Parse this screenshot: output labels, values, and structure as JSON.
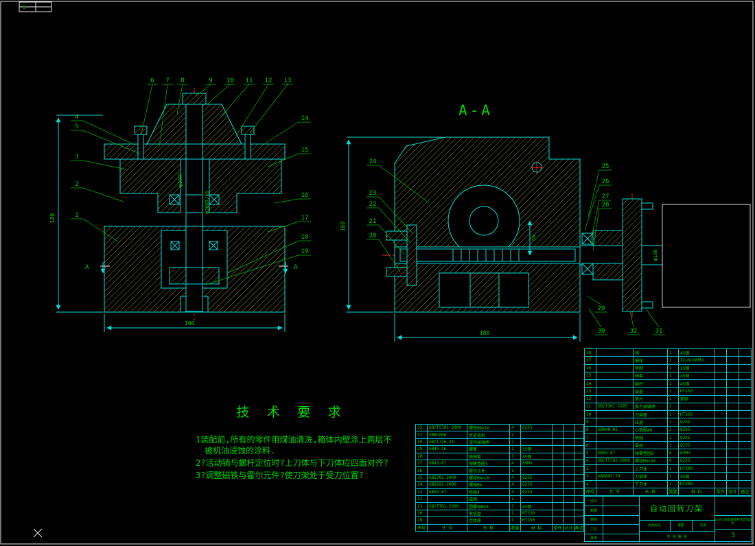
{
  "corner": {
    "label": "5"
  },
  "colors": {
    "background": "#000000",
    "line_cyan": "#00dcdc",
    "line_green": "#00d800",
    "line_red": "#ff2525",
    "line_white": "#e8e8e8",
    "hatch_olive": "#80802c"
  },
  "left_view": {
    "callouts_top": [
      "6",
      "7",
      "8",
      "9",
      "10",
      "11",
      "12",
      "13"
    ],
    "callouts_left": [
      "4",
      "5",
      "3",
      "2",
      "1"
    ],
    "callouts_right": [
      "14",
      "15",
      "16",
      "17",
      "18",
      "19"
    ],
    "dim_height": "180",
    "dim_width": "190",
    "dim_bore": "φ30H7",
    "dim_fit": "φ30H7/k6",
    "section_letter": "A"
  },
  "right_view": {
    "title": "A-A",
    "callouts_left": [
      "24",
      "23",
      "22",
      "21",
      "20"
    ],
    "callouts_right": [
      "25",
      "26",
      "27",
      "28"
    ],
    "callouts_bottom": [
      "29",
      "30",
      "32",
      "31"
    ],
    "dim_width": "180",
    "dim_height": "160",
    "dim_dia": "φ100",
    "dim_inner": "50"
  },
  "tech_req": {
    "title": "技 术 要 求",
    "lines": [
      "1装配前,所有的零件用煤油清洗,箱体内壁涂上两层不",
      "被机油浸蚀的涂料.",
      "2?活动销与螺杆定位时?上刀体与下刀体应四面对齐?",
      "3?调整磁铁与霍尔元件?使刀架处于受刀位置?"
    ]
  },
  "bom_left": {
    "rows": [
      [
        "32",
        "GB/T5781-2000",
        "螺栓M6×16",
        "4",
        "Q235",
        "",
        "",
        ""
      ],
      [
        "31",
        "90BC006",
        "步进电机",
        "1",
        "",
        "",
        "",
        ""
      ],
      [
        "30",
        "GB/T716-34",
        "深沟球轴承",
        "2",
        "",
        "",
        "",
        ""
      ],
      [
        "29",
        "GB49-16",
        "螺塞",
        "1",
        "35钢",
        "",
        "",
        ""
      ],
      [
        "28",
        "",
        "联轴套",
        "1",
        "45钢",
        "",
        "",
        ""
      ],
      [
        "27",
        "GB93-87",
        "弹簧垫圈4",
        "4",
        "65Mn",
        "",
        "",
        ""
      ],
      [
        "26",
        "",
        "霍尔元件",
        "1",
        "",
        "",
        "",
        ""
      ],
      [
        "25",
        "GB5782-2000",
        "螺栓M4×20",
        "4",
        "Q235",
        "",
        "",
        ""
      ],
      [
        "24",
        "GB6192-2000",
        "螺母M4",
        "4",
        "Q235",
        "",
        "",
        ""
      ],
      [
        "23",
        "GB93-87",
        "垫圈4",
        "4",
        "Q235",
        "",
        "",
        ""
      ],
      [
        "22",
        "",
        "磁钢",
        "1",
        "",
        "",
        "",
        ""
      ],
      [
        "21",
        "GB/T781-2000",
        "圆螺母M16",
        "1",
        "45钢",
        "",
        "",
        ""
      ],
      [
        "20",
        "",
        "发信盘",
        "1",
        "HT150",
        "",
        "",
        ""
      ],
      [
        "19",
        "",
        "连接座",
        "1",
        "HT150",
        "",
        "",
        ""
      ]
    ],
    "header": [
      "序号",
      "代 号",
      "名 称",
      "数量",
      "材 料",
      "单件",
      "总计",
      "备注"
    ]
  },
  "bom_right": {
    "rows": [
      [
        "18",
        "",
        "销",
        "1",
        "45钢",
        "",
        "",
        ""
      ],
      [
        "17",
        "",
        "蜗轮",
        "1",
        "ZCuSn10Pb1",
        "",
        "",
        ""
      ],
      [
        "16",
        "",
        "垫圈",
        "1",
        "35钢",
        "",
        "",
        ""
      ],
      [
        "15",
        "",
        "轴套",
        "1",
        "45钢",
        "",
        "",
        ""
      ],
      [
        "14",
        "",
        "蜗杆",
        "1",
        "45钢",
        "",
        "",
        ""
      ],
      [
        "13",
        "",
        "端盖",
        "1",
        "HT150",
        "",
        "",
        ""
      ],
      [
        "12",
        "",
        "垫片",
        "1",
        "紫铜",
        "",
        "",
        ""
      ],
      [
        "11",
        "GB/T301-1995",
        "推力球轴承",
        "2",
        "",
        "",
        "",
        ""
      ],
      [
        "10",
        "",
        "刀架座",
        "1",
        "HT150",
        "",
        "",
        ""
      ],
      [
        "9",
        "",
        "压盖",
        "1",
        "Q235",
        "",
        "",
        ""
      ],
      [
        "8",
        "GB848-85",
        "小垫圈A6",
        "2",
        "Q235",
        "",
        "",
        ""
      ],
      [
        "7",
        "",
        "垫圈",
        "1",
        "Q235",
        "",
        "",
        ""
      ],
      [
        "6",
        "",
        "罩壳",
        "1",
        "Q235",
        "",
        "",
        ""
      ],
      [
        "5",
        "GB93-87",
        "弹簧垫圈6",
        "6",
        "65Mn",
        "",
        "",
        ""
      ],
      [
        "4",
        "GB/T5782-2000",
        "螺栓M6×30",
        "6",
        "Q235",
        "",
        "",
        ""
      ],
      [
        "3",
        "",
        "上刀体",
        "1",
        "HT200",
        "",
        "",
        ""
      ],
      [
        "2",
        "GB6095-79",
        "刀架体",
        "1",
        "45钢",
        "",
        "",
        ""
      ],
      [
        "1",
        "",
        "下刀体",
        "1",
        "HT200",
        "",
        "",
        ""
      ]
    ],
    "header": [
      "序号",
      "代 号",
      "名 称",
      "数量",
      "材 料",
      "单件",
      "总计",
      "备注"
    ]
  },
  "title_block": {
    "title": "自动回转刀架",
    "project": "(CA6140车床数控化改造设计)",
    "sheet_no": "5",
    "stage_label": "阶段标记",
    "weight_label": "重量",
    "scale_label": "比例",
    "sheets": "共 张  第 张",
    "roles": [
      "设计",
      "制图",
      "审核",
      "工艺",
      "批准"
    ]
  }
}
